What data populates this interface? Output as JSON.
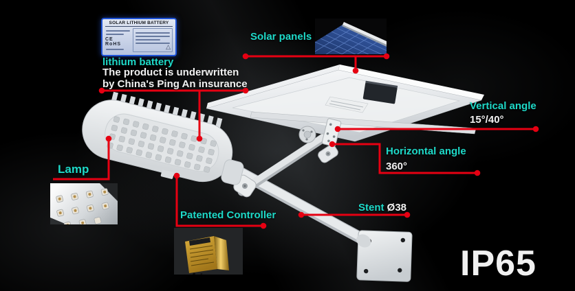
{
  "colors": {
    "accent_cyan": "#1ed9c8",
    "annotation_red": "#e60012",
    "text_white": "#f1f1f1",
    "background": "#000000",
    "controller_gold": "#d79b2f",
    "solar_cell_blue": "#2c4e94"
  },
  "battery_label": {
    "title": "SOLAR LITHIUM BATTERY",
    "marks": "CE  RoHS"
  },
  "callouts": {
    "lithium_battery": {
      "label": "lithium battery",
      "note_line1": "The product is underwritten",
      "note_line2": "by China's Ping An insurance"
    },
    "solar_panels": {
      "label": "Solar panels"
    },
    "vertical_angle": {
      "label": "Vertical angle",
      "value": "15°/40°"
    },
    "horizontal_angle": {
      "label": "Horizontal angle",
      "value": "360°"
    },
    "lamp": {
      "label": "Lamp"
    },
    "patented_controller": {
      "label": "Patented Controller"
    },
    "stent": {
      "label": "Stent",
      "value": "Ø38"
    }
  },
  "badge": {
    "ip_rating": "IP65"
  }
}
